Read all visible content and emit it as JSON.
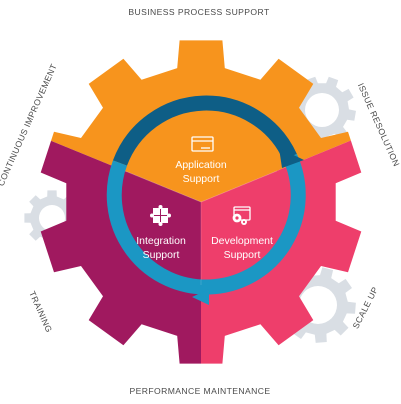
{
  "outer_labels": {
    "top": "BUSINESS PROCESS SUPPORT",
    "top_right": "ISSUE RESOLUTION",
    "bottom_right": "SCALE UP",
    "bottom": "PERFORMANCE MAINTENANCE",
    "bottom_left": "TRAINING",
    "top_left": "CONTINUOUS IMPROVEMENT"
  },
  "segments": [
    {
      "line1": "Application",
      "line2": "Support",
      "icon": "browser-window-icon",
      "color": "#F7941D"
    },
    {
      "line1": "Development",
      "line2": "Support",
      "icon": "code-gear-icon",
      "color": "#EE3E6B"
    },
    {
      "line1": "Integration",
      "line2": "Support",
      "icon": "puzzle-icon",
      "color": "#A0195F"
    }
  ],
  "colors": {
    "gear_orange": "#F7941D",
    "gear_pink": "#EE3E6B",
    "gear_purple": "#A0195F",
    "arrow_blue": "#1B97C4",
    "arrow_dark": "#0E5E86",
    "small_gear_gray": "#D9DEE4"
  }
}
